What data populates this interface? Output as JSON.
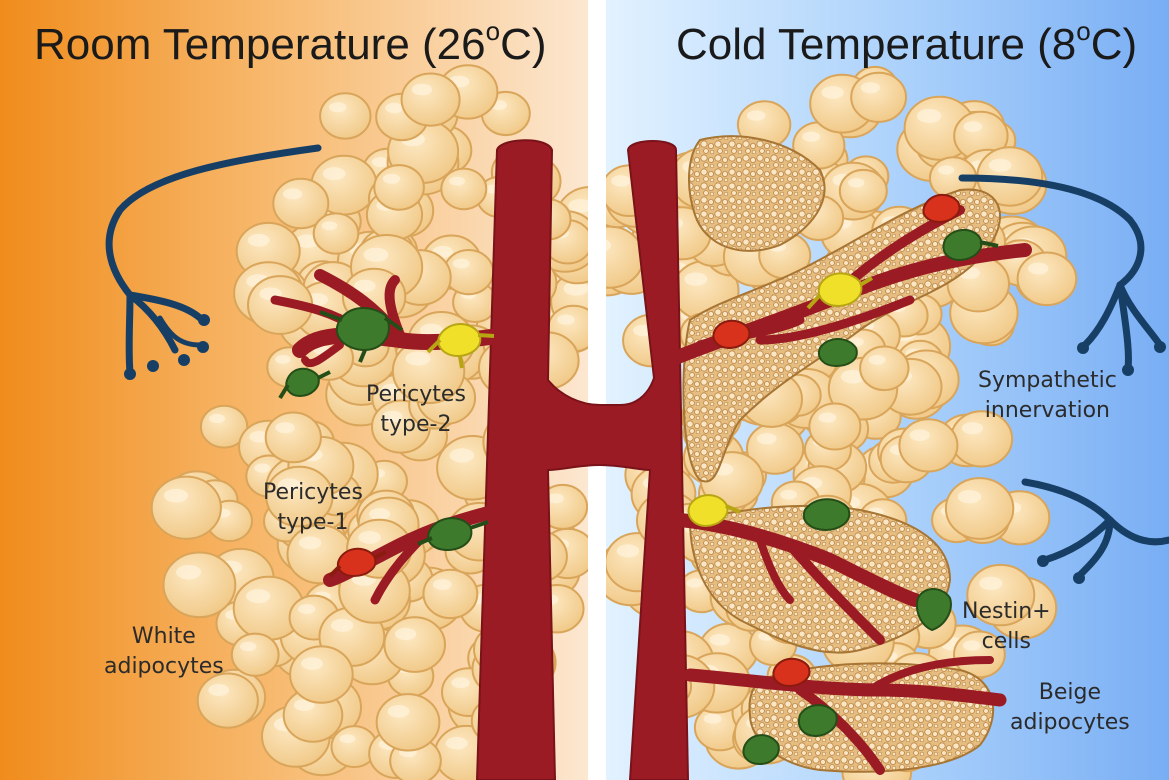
{
  "panels": {
    "left": {
      "title_main": "Room Temperature (26",
      "title_sup": "o",
      "title_end": "C)",
      "gradient": [
        "#f08c1c",
        "#fce7d0"
      ]
    },
    "right": {
      "title_main": "Cold Temperature (8",
      "title_sup": "o",
      "title_end": "C)",
      "gradient": [
        "#dcefff",
        "#7fb2f5"
      ]
    }
  },
  "labels": {
    "pericytes_type2": [
      "Pericytes",
      "type-2"
    ],
    "pericytes_type1": [
      "Pericytes",
      "type-1"
    ],
    "white_adipocytes": [
      "White",
      "adipocytes"
    ],
    "sympathetic": [
      "Sympathetic",
      "innervation"
    ],
    "nestin": [
      "Nestin+",
      "cells"
    ],
    "beige_adipocytes": [
      "Beige",
      "adipocytes"
    ]
  },
  "colors": {
    "vessel": "#9b1b24",
    "adipocyte_fill": "#f6d49c",
    "adipocyte_stroke": "#d9a55a",
    "beige_fill": "#e9c48a",
    "nerve": "#173f66",
    "pericyte_green": "#3e7a2b",
    "pericyte_yellow": "#f1e02a",
    "pericyte_red": "#d8311c"
  }
}
